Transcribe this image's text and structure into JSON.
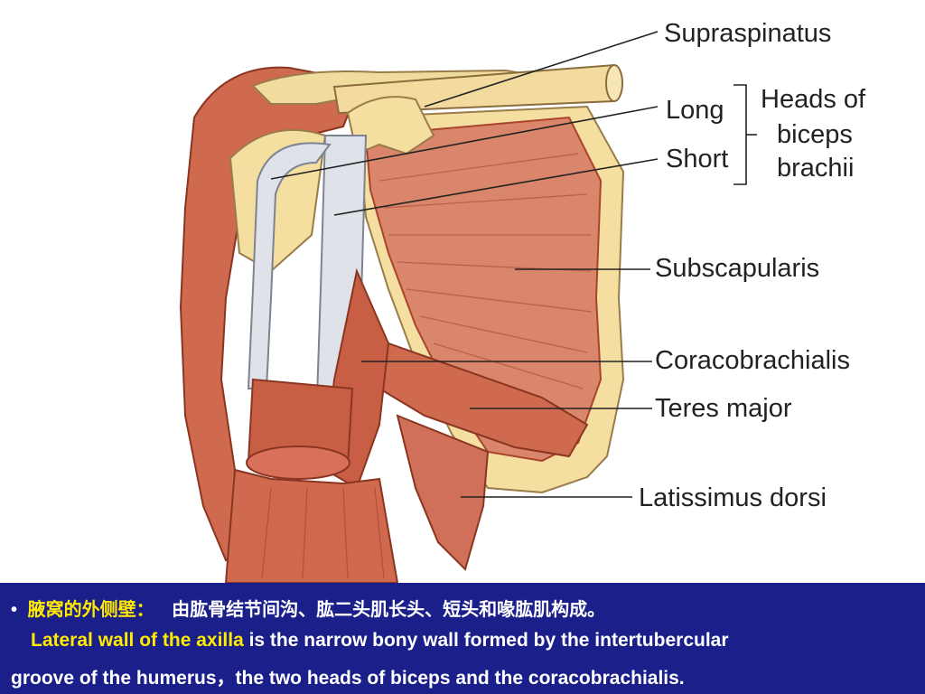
{
  "labels": {
    "supraspinatus": "Supraspinatus",
    "long": "Long",
    "short": "Short",
    "heads_of": "Heads of",
    "biceps": "biceps",
    "brachii": "brachii",
    "subscapularis": "Subscapularis",
    "coracobrachialis": "Coracobrachialis",
    "teres_major": "Teres major",
    "latissimus_dorsi": "Latissimus dorsi"
  },
  "caption": {
    "bullet": "•",
    "cn_term": "腋窝的外侧壁：",
    "cn_text": "由肱骨结节间沟、肱二头肌长头、短头和喙肱肌构成。",
    "en_term": "Lateral wall of the axilla",
    "en_text_1": " is the narrow bony wall formed by the intertubercular",
    "en_text_2": "groove of the humerus，the two heads of biceps and the  coracobrachialis."
  },
  "colors": {
    "muscle": "#cf6a4e",
    "muscle_dark": "#a9432c",
    "bone": "#f4dfa0",
    "tendon": "#dfe2e8",
    "caption_bg": "#1b1f8a",
    "highlight": "#ffeb00"
  }
}
